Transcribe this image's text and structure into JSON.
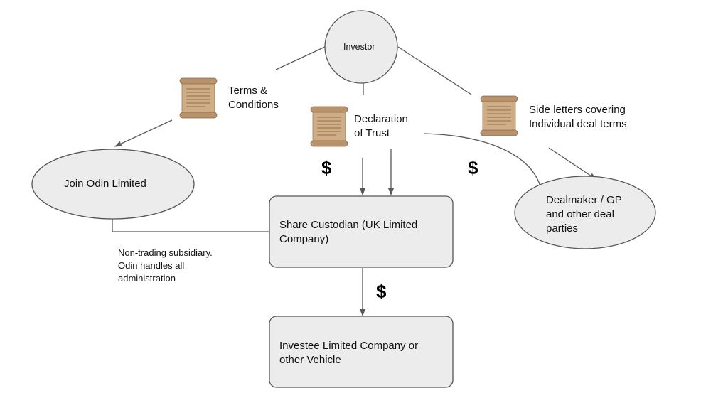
{
  "nodes": {
    "investor": {
      "label": "Investor"
    },
    "join_odin": {
      "label": "Join Odin Limited"
    },
    "share_custodian": {
      "label_line1": "Share Custodian (UK Limited",
      "label_line2": "Company)"
    },
    "investee": {
      "label_line1": "Investee Limited Company or",
      "label_line2": "other Vehicle"
    },
    "dealmaker": {
      "label_line1": "Dealmaker / GP",
      "label_line2": "and other deal",
      "label_line3": "parties"
    }
  },
  "documents": {
    "terms": {
      "icon": "scroll-icon",
      "label_line1": "Terms &",
      "label_line2": "Conditions"
    },
    "declaration": {
      "icon": "scroll-icon",
      "label_line1": "Declaration",
      "label_line2": "of Trust"
    },
    "side_letters": {
      "icon": "scroll-icon",
      "label_line1": "Side letters covering",
      "label_line2": "Individual deal terms"
    }
  },
  "money_flows": {
    "symbol": "$"
  },
  "notes": {
    "subsidiary": {
      "line1": "Non-trading subsidiary.",
      "line2": "Odin handles all",
      "line3": "administration"
    }
  },
  "colors": {
    "node_fill": "#ececec",
    "node_stroke": "#555555",
    "connector": "#595959",
    "scroll_paper": "#d2b48c"
  }
}
